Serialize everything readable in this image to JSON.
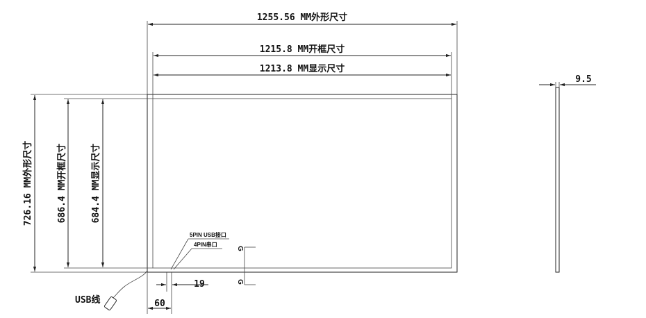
{
  "dimensions": {
    "outer_width": "1255.56 MM外形尺寸",
    "frame_width": "1215.8 MM开框尺寸",
    "display_width": "1213.8 MM显示尺寸",
    "outer_height": "726.16 MM外形尺寸",
    "frame_height": "686.4 MM开框尺寸",
    "display_height": "684.4 MM显示尺寸",
    "thickness": "9.5",
    "dim_19": "19",
    "dim_60": "60"
  },
  "ports": {
    "usb_5pin": "5PIN USB接口",
    "serial_4pin": "4PIN串口",
    "usb_cable": "USB线"
  },
  "marks": {
    "g_top": "G",
    "g_bottom": "G"
  }
}
